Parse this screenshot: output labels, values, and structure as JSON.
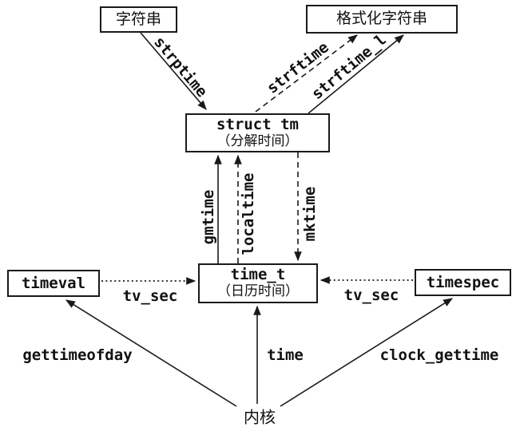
{
  "diagram": {
    "colors": {
      "ink": "#1a1a1a",
      "background": "#ffffff",
      "node_fill": "#ffffff"
    },
    "nodes": {
      "string": {
        "label": "字符串"
      },
      "formatted_string": {
        "label": "格式化字符串"
      },
      "struct_tm": {
        "title": "struct tm",
        "subtitle": "（分解时间）"
      },
      "time_t": {
        "title": "time_t",
        "subtitle": "（日历时间）"
      },
      "timeval": {
        "label": "timeval"
      },
      "timespec": {
        "label": "timespec"
      },
      "kernel": {
        "label": "内核"
      }
    },
    "edges": {
      "strptime": {
        "label": "strptime",
        "style": "solid",
        "from": "字符串",
        "to": "struct tm"
      },
      "strftime": {
        "label": "strftime",
        "style": "dashed",
        "from": "struct tm",
        "to": "格式化字符串"
      },
      "strftime_l": {
        "label": "strftime_l",
        "style": "solid",
        "from": "struct tm",
        "to": "格式化字符串"
      },
      "gmtime": {
        "label": "gmtime",
        "style": "solid",
        "from": "time_t",
        "to": "struct tm"
      },
      "localtime": {
        "label": "localtime",
        "style": "dashed",
        "from": "time_t",
        "to": "struct tm"
      },
      "mktime": {
        "label": "mktime",
        "style": "dashed",
        "from": "struct tm",
        "to": "time_t"
      },
      "tv_sec_left": {
        "label": "tv_sec",
        "style": "dotted",
        "from": "timeval",
        "to": "time_t"
      },
      "tv_sec_right": {
        "label": "tv_sec",
        "style": "dotted",
        "from": "timespec",
        "to": "time_t"
      },
      "gettimeofday": {
        "label": "gettimeofday",
        "style": "solid",
        "from": "内核",
        "to": "timeval"
      },
      "time": {
        "label": "time",
        "style": "solid",
        "from": "内核",
        "to": "time_t"
      },
      "clock_gettime": {
        "label": "clock_gettime",
        "style": "solid",
        "from": "内核",
        "to": "timespec"
      }
    }
  }
}
